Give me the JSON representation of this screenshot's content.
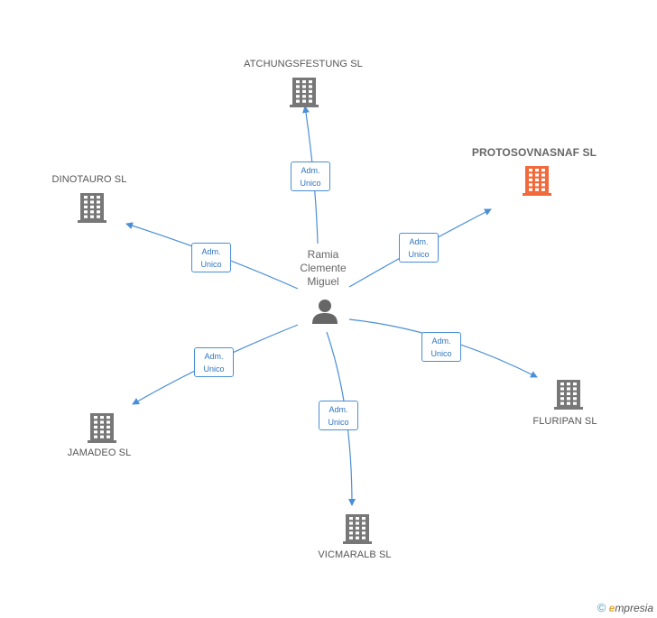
{
  "center": {
    "lines": [
      "Ramia",
      "Clemente",
      "Miguel"
    ]
  },
  "companies": [
    {
      "key": "atchungsfestung",
      "name": "ATCHUNGSFESTUNG SL",
      "highlight": false
    },
    {
      "key": "protosovnasnaf",
      "name": "PROTOSOVNASNAF SL",
      "highlight": true
    },
    {
      "key": "dinotauro",
      "name": "DINOTAURO SL",
      "highlight": false
    },
    {
      "key": "fluripan",
      "name": "FLURIPAN SL",
      "highlight": false
    },
    {
      "key": "jamadeo",
      "name": "JAMADEO SL",
      "highlight": false
    },
    {
      "key": "vicmaralb",
      "name": "VICMARALB SL",
      "highlight": false
    }
  ],
  "edges": [
    {
      "to": "atchungsfestung",
      "label_lines": [
        "Adm.",
        "Unico"
      ]
    },
    {
      "to": "protosovnasnaf",
      "label_lines": [
        "Adm.",
        "Unico"
      ]
    },
    {
      "to": "dinotauro",
      "label_lines": [
        "Adm.",
        "Unico"
      ]
    },
    {
      "to": "fluripan",
      "label_lines": [
        "Adm.",
        "Unico"
      ]
    },
    {
      "to": "jamadeo",
      "label_lines": [
        "Adm.",
        "Unico"
      ]
    },
    {
      "to": "vicmaralb",
      "label_lines": [
        "Adm.",
        "Unico"
      ]
    }
  ],
  "colors": {
    "edge": "#4a8fd6",
    "building": "#777777",
    "building_highlight": "#f06a3c",
    "person": "#666666"
  },
  "icons": {
    "company": "building-icon",
    "center": "person-icon"
  },
  "footer": {
    "copyright": "©",
    "brand_initial": "e",
    "brand_rest": "mpresia"
  }
}
